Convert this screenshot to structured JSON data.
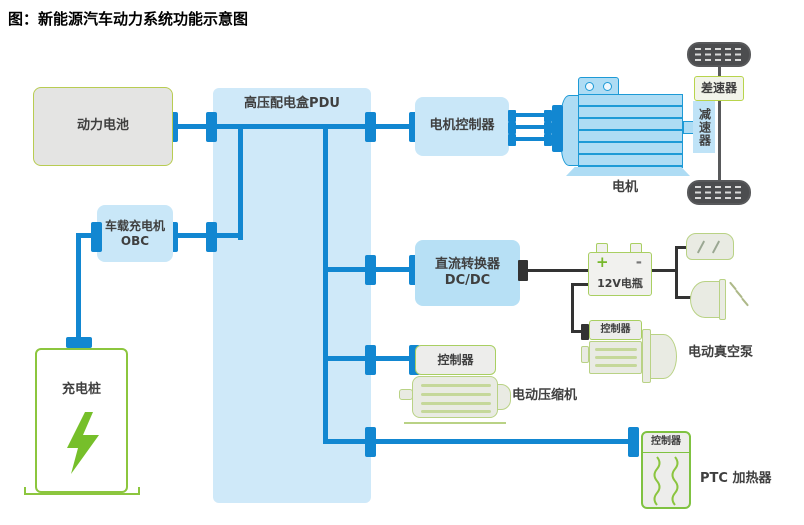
{
  "title": "图：新能源汽车动力系统功能示意图",
  "nodes": {
    "power_battery": "动力电池",
    "pdu": "高压配电盒PDU",
    "obc_line1": "车载充电机",
    "obc_line2": "OBC",
    "charging_pile": "充电桩",
    "motor_controller": "电机控制器",
    "motor": "电机",
    "reducer": "减速器",
    "differential": "差速器",
    "dcdc_line1": "直流转换器",
    "dcdc_line2": "DC/DC",
    "battery_12v": "12V电瓶",
    "battery_12v_plus": "+",
    "battery_12v_minus": "-",
    "vacuum_pump_controller": "控制器",
    "vacuum_pump": "电动真空泵",
    "compressor_controller": "控制器",
    "compressor": "电动压缩机",
    "ptc_controller": "控制器",
    "ptc_heater": "PTC 加热器"
  },
  "colors": {
    "accent_blue": "#1287d1",
    "pdu_fill": "#cfe9f9",
    "component_blue": "#c9e7f8",
    "dcdc_fill": "#b7e0f5",
    "motor_fill": "#aedcf4",
    "motor_stroke": "#1d9ad6",
    "green": "#8cc63e",
    "device_border": "#b9d285",
    "wire_black": "#333333",
    "tire_gray": "#4c4d4f"
  }
}
